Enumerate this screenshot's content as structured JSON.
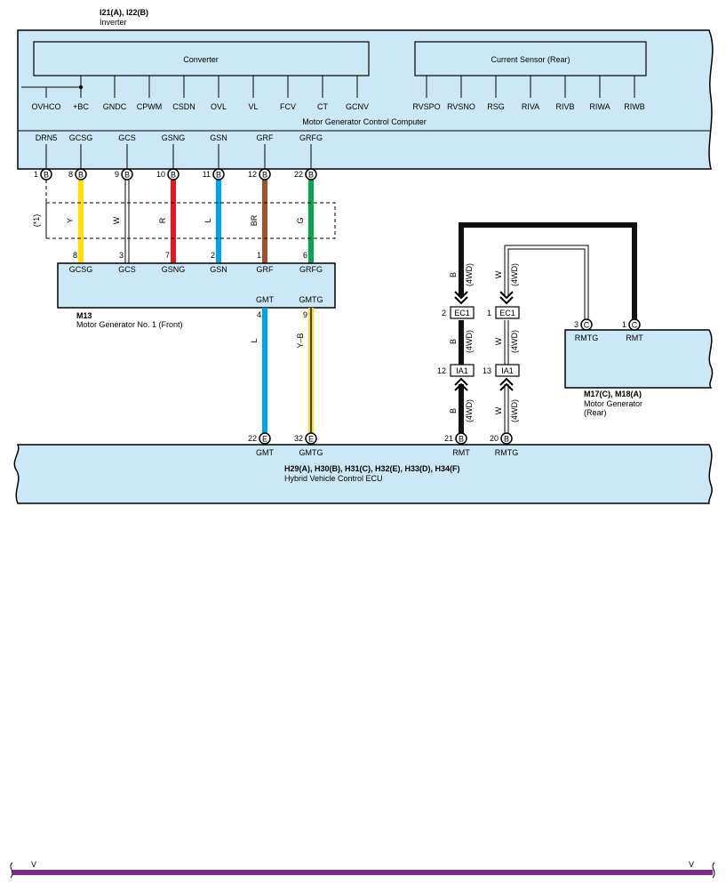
{
  "colors": {
    "panel_fill": "#cce8f7",
    "wire_Y": "#ffe000",
    "wire_W": "#ffffff",
    "wire_R": "#e8161b",
    "wire_L": "#00a5e3",
    "wire_BR": "#a0522d",
    "wire_G": "#00a650",
    "wire_B": "#111111",
    "wire_V": "#7a2c8e",
    "wire_YB_stripe": "#111111"
  },
  "inverter": {
    "code": "I21(A), I22(B)",
    "name": "Inverter",
    "converter_label": "Converter",
    "current_sensor_label": "Current Sensor (Rear)",
    "computer_label": "Motor Generator Control Computer",
    "converter_pins": [
      "OVHCO",
      "+BC",
      "GNDC",
      "CPWM",
      "CSDN",
      "OVL",
      "VL",
      "FCV",
      "CT",
      "GCNV"
    ],
    "sensor_pins": [
      "RVSPO",
      "RVSNO",
      "RSG",
      "RIVA",
      "RIVB",
      "RIWA",
      "RIWB"
    ],
    "bottom_pins": [
      "DRN5",
      "GCSG",
      "GCS",
      "GSNG",
      "GSN",
      "GRF",
      "GRFG"
    ]
  },
  "connectors_top": [
    {
      "num": "1",
      "conn": "B"
    },
    {
      "num": "8",
      "conn": "B"
    },
    {
      "num": "9",
      "conn": "B"
    },
    {
      "num": "10",
      "conn": "B"
    },
    {
      "num": "11",
      "conn": "B"
    },
    {
      "num": "12",
      "conn": "B"
    },
    {
      "num": "22",
      "conn": "B"
    }
  ],
  "wire_colors_top": [
    "Y",
    "W",
    "R",
    "L",
    "BR",
    "G"
  ],
  "note": "(*1)",
  "m13": {
    "code": "M13",
    "name": "Motor Generator No. 1 (Front)",
    "pin_nums": [
      "8",
      "3",
      "7",
      "2",
      "1",
      "6"
    ],
    "pins": [
      "GCSG",
      "GCS",
      "GSNG",
      "GSN",
      "GRF",
      "GRFG"
    ],
    "bottom_pins": [
      "GMT",
      "GMTG"
    ],
    "bottom_nums": [
      "4",
      "9"
    ],
    "bottom_wire_colors": [
      "L",
      "Y–B"
    ]
  },
  "rear_harness": {
    "wire_color_left": "B",
    "wire_color_right": "W",
    "variant": "(4WD)",
    "ec1_label": "EC1",
    "ec1_nums": [
      "2",
      "1"
    ],
    "ia1_label": "IA1",
    "ia1_nums": [
      "12",
      "13"
    ]
  },
  "m17": {
    "code": "M17(C), M18(A)",
    "name_line1": "Motor Generator",
    "name_line2": "(Rear)",
    "pins": [
      "RMTG",
      "RMT"
    ],
    "nums": [
      "3",
      "1"
    ],
    "conn": "C"
  },
  "hv_ecu": {
    "code": "H29(A), H30(B), H31(C), H32(E), H33(D), H34(F)",
    "name": "Hybrid Vehicle Control ECU",
    "pins": [
      "GMT",
      "GMTG",
      "RMT",
      "RMTG"
    ],
    "nums": [
      "22",
      "32",
      "21",
      "20"
    ],
    "conns": [
      "E",
      "E",
      "B",
      "B"
    ]
  },
  "bottom_wire_label": "V"
}
